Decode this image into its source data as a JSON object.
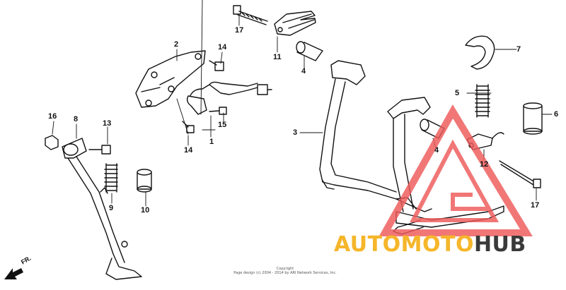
{
  "diagram": {
    "part_labels": {
      "p1": "1",
      "p2": "2",
      "p3": "3",
      "p4a": "4",
      "p4b": "4",
      "p5": "5",
      "p6": "6",
      "p7": "7",
      "p8": "8",
      "p9": "9",
      "p10": "10",
      "p11": "11",
      "p12a": "12",
      "p13": "13",
      "p14a": "14",
      "p14b": "14",
      "p15": "15",
      "p16": "16",
      "p17a": "17",
      "p17b": "17"
    },
    "direction_label": "FR.",
    "copyright_line1": "Copyright",
    "copyright_line2": "Page design (c) 2004 - 2014 by ARI Network Services, Inc."
  },
  "watermark": {
    "brand_part1": "AUTOMOTO",
    "brand_part2": "HUB",
    "colors": {
      "triangle": "#ee5a5a",
      "accent": "#f5b62a",
      "dark": "#3a3a3a"
    }
  }
}
